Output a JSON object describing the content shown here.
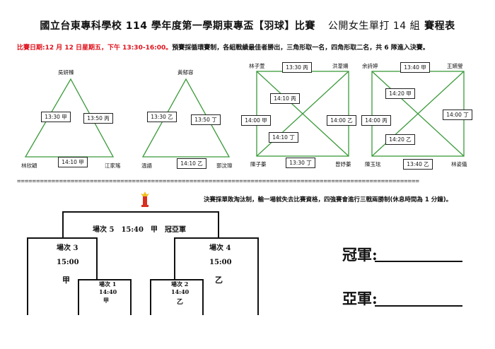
{
  "header": {
    "title": "國立台東專科學校 114 學年度第一學期東專盃【羽球】比賽",
    "subtitle": "公開女生單打 14 組",
    "tail": "賽程表"
  },
  "info": {
    "date_part": "比賽日期:12 月 12 日星期五，下午 13:30-16:00。",
    "rule_part": "預賽採循環賽制，各組戰績最佳者勝出，三角形取一名，四角形取二名，共 6 隊進入決賽。"
  },
  "group_a": {
    "top": "吳妍臻",
    "left": "林欣穎",
    "right": "江家瑤",
    "left_side": "13:30 甲",
    "right_side": "13:50 丙",
    "bottom": "14:10 甲"
  },
  "group_b": {
    "top": "黃郁容",
    "left": "溫語",
    "right": "郭汶瑋",
    "left_side": "13:30 乙",
    "right_side": "13:50 丁",
    "bottom": "14:10 乙"
  },
  "group_c": {
    "tl": "林子萱",
    "tr": "洪葦姍",
    "bl": "陳子蓁",
    "br": "曾妤蓁",
    "top": "13:30 丙",
    "bottom": "13:30 丁",
    "left": "14:00 甲",
    "right": "14:00 乙",
    "diag1": "14:10 丙",
    "diag2": "14:10 丁"
  },
  "group_d": {
    "tl": "余詩婷",
    "tr": "王嬿瑩",
    "bl": "陳玉玹",
    "br": "林姿儀",
    "top": "13:40 甲",
    "bottom": "13:40 乙",
    "left": "14:00 丙",
    "right": "14:00 丁",
    "diag1": "14:20 甲",
    "diag2": "14:20 乙"
  },
  "divider": "=========================================================================================================",
  "final_rule": "決賽採單敗淘汰制，輸一場就失去比賽資格，四強賽會進行三戰兩勝制(休息時間為 1 分鐘)。",
  "bracket": {
    "final": "場次 5　15:40　甲　冠亞軍",
    "semi3_title": "場次 3",
    "semi3_time": "15:00",
    "semi3_court": "甲",
    "semi4_title": "場次 4",
    "semi4_time": "15:00",
    "semi4_court": "乙",
    "m1_title": "場次 1",
    "m1_time": "14:40",
    "m1_court": "甲",
    "m2_title": "場次 2",
    "m2_time": "14:40",
    "m2_court": "乙"
  },
  "results": {
    "champion_label": "冠軍:",
    "runner_up_label": "亞軍:"
  },
  "colors": {
    "accent_red": "#e0101a",
    "line_green": "#3a9a3a",
    "trophy_red": "#d83020",
    "trophy_gold": "#f0c020"
  }
}
